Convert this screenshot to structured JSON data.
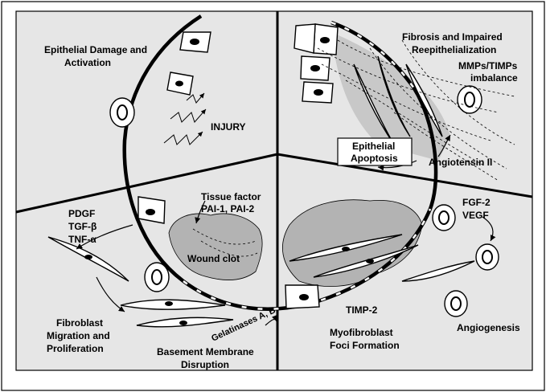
{
  "quadrants": {
    "top_left": {
      "title_line1": "Epithelial Damage and",
      "title_line2": "Activation",
      "injury": "INJURY"
    },
    "top_right": {
      "title_line1": "Fibrosis and Impaired",
      "title_line2": "Reepithelialization",
      "mmp_line1": "MMPs/TIMPs",
      "mmp_line2": "imbalance",
      "apoptosis_line1": "Epithelial",
      "apoptosis_line2": "Apoptosis",
      "angiotensin": "Angiotensin II"
    },
    "bottom_left": {
      "cytokine1": "PDGF",
      "cytokine2": "TGF-β",
      "cytokine3": "TNF-α",
      "tissue_factor_line1": "Tissue factor",
      "tissue_factor_line2": "PAI-1, PAI-2",
      "wound_clot": "Wound clot",
      "fibroblast_line1": "Fibroblast",
      "fibroblast_line2": "Migration and",
      "fibroblast_line3": "Proliferation",
      "gelatinases": "Gelatinases A, B",
      "basement_line1": "Basement Membrane",
      "basement_line2": "Disruption"
    },
    "bottom_right": {
      "growth1": "FGF-2",
      "growth2": "VEGF",
      "timp": "TIMP-2",
      "angiogenesis": "Angiogenesis",
      "foci_line1": "Myofibroblast",
      "foci_line2": "Foci Formation"
    }
  },
  "colors": {
    "background": "#e6e6e6",
    "shade": "#b3b3b3",
    "line": "#000000"
  }
}
